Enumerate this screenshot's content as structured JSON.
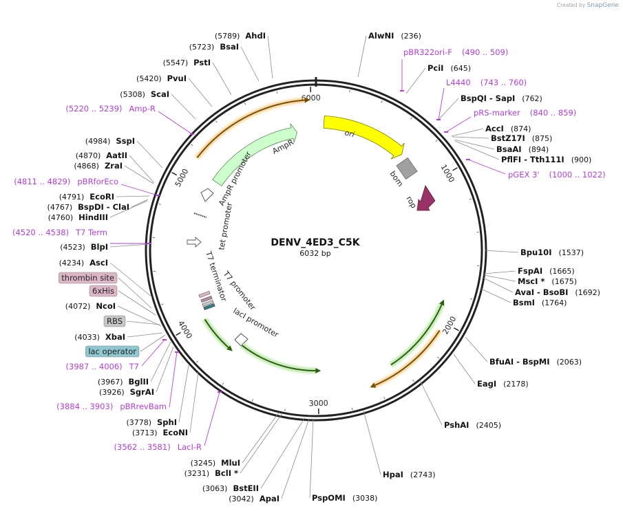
{
  "credit": {
    "prefix": "Created by",
    "brand": "SnapGene"
  },
  "plasmid": {
    "name": "DENV_4ED3_C5K",
    "length_label": "6032 bp",
    "length": 6032
  },
  "ticks": [
    "1000",
    "2000",
    "3000",
    "4000",
    "5000",
    "6000"
  ],
  "sites_right": [
    {
      "name": "AlwNI",
      "pos": "(236)"
    },
    {
      "name": "PciI",
      "pos": "(645)"
    },
    {
      "name": "BspQI  -  SapI",
      "pos": "(762)"
    },
    {
      "name": "AccI",
      "pos": "(874)"
    },
    {
      "name": "BstZ17I",
      "pos": "(875)"
    },
    {
      "name": "BsaAI",
      "pos": "(894)"
    },
    {
      "name": "PflFI  -  Tth111I",
      "pos": "(900)"
    },
    {
      "name": "Bpu10I",
      "pos": "(1537)"
    },
    {
      "name": "FspAI",
      "pos": "(1665)"
    },
    {
      "name": "MscI *",
      "pos": "(1675)"
    },
    {
      "name": "AvaI  -  BsoBI",
      "pos": "(1692)"
    },
    {
      "name": "BsmI",
      "pos": "(1764)"
    },
    {
      "name": "BfuAI  -  BspMI",
      "pos": "(2063)"
    },
    {
      "name": "EagI",
      "pos": "(2178)"
    },
    {
      "name": "PshAI",
      "pos": "(2405)"
    },
    {
      "name": "HpaI",
      "pos": "(2743)"
    },
    {
      "name": "PspOMI",
      "pos": "(3038)"
    }
  ],
  "sites_left": [
    {
      "name": "AhdI",
      "pos": "(5789)"
    },
    {
      "name": "BsaI",
      "pos": "(5723)"
    },
    {
      "name": "PstI",
      "pos": "(5547)"
    },
    {
      "name": "PvuI",
      "pos": "(5420)"
    },
    {
      "name": "ScaI",
      "pos": "(5308)"
    },
    {
      "name": "SspI",
      "pos": "(4984)"
    },
    {
      "name": "AatII",
      "pos": "(4870)"
    },
    {
      "name": "ZraI",
      "pos": "(4868)"
    },
    {
      "name": "EcoRI",
      "pos": "(4791)"
    },
    {
      "name": "BspDI  -  ClaI",
      "pos": "(4767)"
    },
    {
      "name": "HindIII",
      "pos": "(4760)"
    },
    {
      "name": "BlpI",
      "pos": "(4523)"
    },
    {
      "name": "AscI",
      "pos": "(4234)"
    },
    {
      "name": "NcoI",
      "pos": "(4072)"
    },
    {
      "name": "XbaI",
      "pos": "(4033)"
    },
    {
      "name": "BglII",
      "pos": "(3967)"
    },
    {
      "name": "SgrAI",
      "pos": "(3926)"
    },
    {
      "name": "SphI",
      "pos": "(3778)"
    },
    {
      "name": "EcoNI",
      "pos": "(3713)"
    },
    {
      "name": "MluI",
      "pos": "(3245)"
    },
    {
      "name": "BclI *",
      "pos": "(3231)"
    },
    {
      "name": "BstEII",
      "pos": "(3063)"
    },
    {
      "name": "ApaI",
      "pos": "(3042)"
    }
  ],
  "primers": [
    {
      "name": "pBR322ori-F",
      "range": "(490 .. 509)"
    },
    {
      "name": "L4440",
      "range": "(743 .. 760)"
    },
    {
      "name": "pRS-marker",
      "range": "(840 .. 859)"
    },
    {
      "name": "pGEX 3'",
      "range": "(1000 .. 1022)"
    },
    {
      "name": "Amp-R",
      "range": "(5220 .. 5239)"
    },
    {
      "name": "pBRforEco",
      "range": "(4811 .. 4829)"
    },
    {
      "name": "T7 Term",
      "range": "(4520 .. 4538)"
    },
    {
      "name": "T7",
      "range": "(3987 .. 4006)"
    },
    {
      "name": "pBRrevBam",
      "range": "(3884 .. 3903)"
    },
    {
      "name": "LacI-R",
      "range": "(3562 .. 3581)"
    }
  ],
  "boxed_features": [
    {
      "name": "thrombin site",
      "color": "#dcb6c6"
    },
    {
      "name": "6xHis",
      "color": "#dcb6c6"
    },
    {
      "name": "RBS",
      "color": "#c6c6c6"
    },
    {
      "name": "lac operator",
      "color": "#8ec7cf"
    }
  ],
  "features": {
    "ori": "ori",
    "bom": "bom",
    "rop": "rop",
    "ampr": "AmpR",
    "ampr_promoter": "AmpR promoter",
    "tet_promoter": "tet promoter",
    "t7_terminator": "T7 terminator",
    "t7_promoter": "T7 promoter",
    "laci_promoter": "lacI promoter"
  },
  "colors": {
    "ori": "#ffff00",
    "ampr": "#ccffcc",
    "rop": "#993366",
    "bom": "#a0a0a0",
    "cds_green": "#2d7a1e",
    "cds_orange": "#c07a10",
    "primer": "#b040d8"
  }
}
